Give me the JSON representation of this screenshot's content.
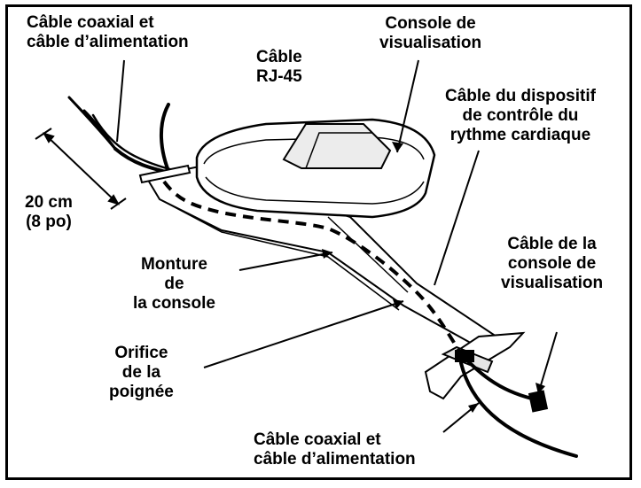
{
  "labels": {
    "coax_top": [
      "Câble coaxial et",
      "câble d’alimentation"
    ],
    "rj45": [
      "Câble",
      "RJ-45"
    ],
    "console": [
      "Console de",
      "visualisation"
    ],
    "heart_rate": [
      "Câble du dispositif",
      "de contrôle du",
      "rythme cardiaque"
    ],
    "dimension": [
      "20 cm",
      "(8 po)"
    ],
    "console_cable": [
      "Câble de la",
      "console de",
      "visualisation"
    ],
    "mount": [
      "Monture",
      "de",
      "la console"
    ],
    "handle_hole": [
      "Orifice",
      "de la",
      "poignée"
    ],
    "coax_bottom": [
      "Câble coaxial et",
      "câble d’alimentation"
    ]
  },
  "colors": {
    "ink": "#000000",
    "paper": "#ffffff",
    "shade": "#d9d9d9"
  }
}
